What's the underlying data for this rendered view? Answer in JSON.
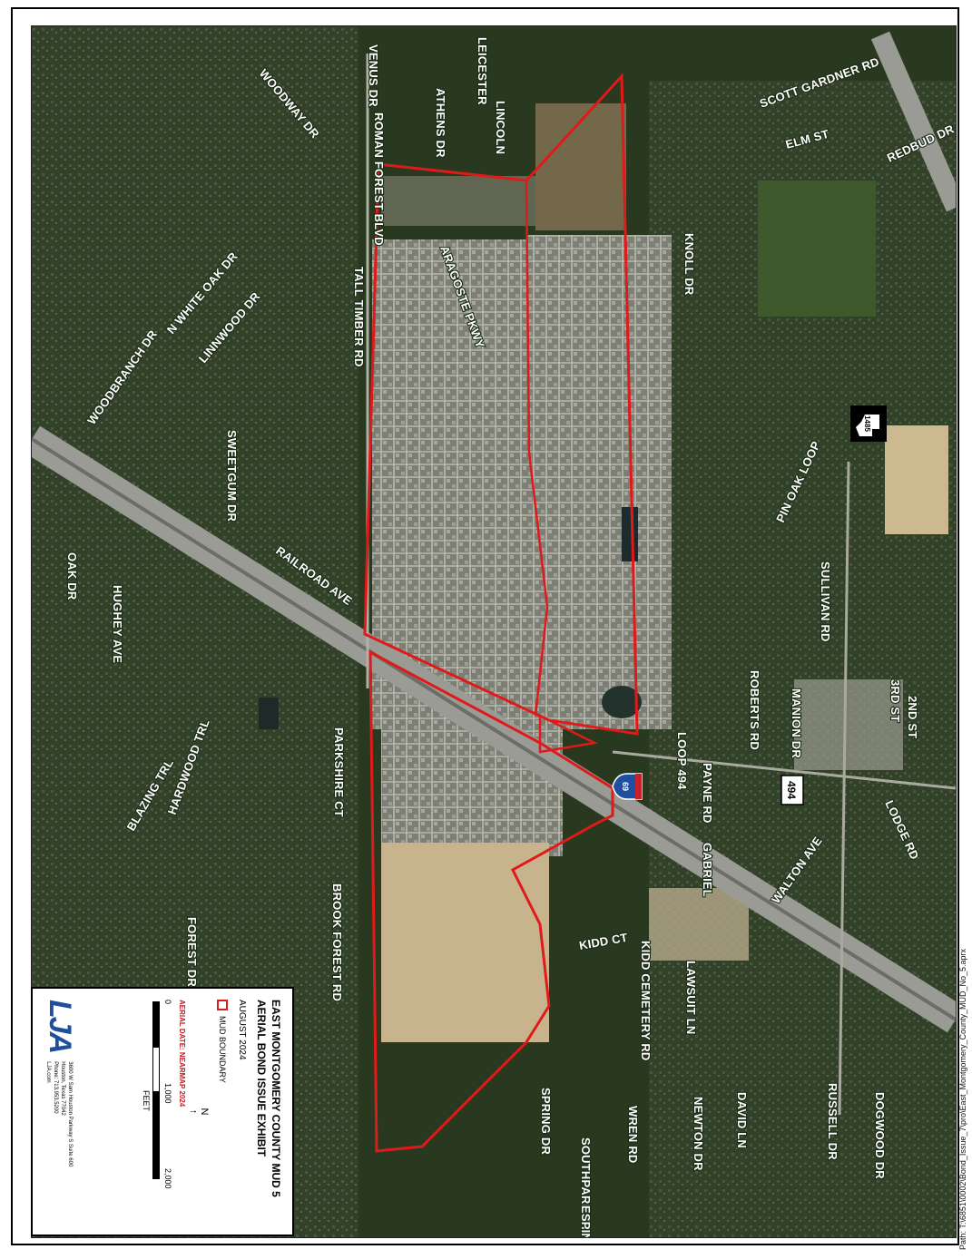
{
  "legend": {
    "title_line1": "EAST MONTGOMERY COUNTY MUD 5",
    "title_line2": "AERIAL BOND ISSUE EXHIBIT",
    "date": "AUGUST 2024",
    "mud_boundary_label": "MUD BOUNDARY",
    "north_symbol": "N",
    "aerial_date": "AERIAL DATE: NEARMAP 2024",
    "scale_ticks": [
      "0",
      "1,000",
      "2,000"
    ],
    "scale_units": "FEET",
    "logo_text": "LJA",
    "address_lines": [
      "3600 W Sam Houston Parkway S Suite 600",
      "Houston, Texas 77042",
      "Phone: 713.953.5200",
      "LJA.com"
    ]
  },
  "path_note": "Path: T:\\6851\\0002\\Bond_Issue_7\\pro\\East_Montgomery_County_MUD_No_5.aprx",
  "shields": {
    "interstate": "69",
    "fm_1485": "1485",
    "fm_494": "494"
  },
  "colors": {
    "boundary": "#e01a1a",
    "forest": "#28391f",
    "developed": "#8e8f84",
    "cleared": "#c9b48d",
    "label_text": "#ffffff"
  },
  "road_labels": [
    {
      "text": "VENUS DR"
    },
    {
      "text": "LEICESTER"
    },
    {
      "text": "WOODWAY DR"
    },
    {
      "text": "ATHENS DR"
    },
    {
      "text": "LINCOLN"
    },
    {
      "text": "ROMAN FOREST BLVD"
    },
    {
      "text": "SCOTT GARDNER RD"
    },
    {
      "text": "ELM ST"
    },
    {
      "text": "REDBUD DR"
    },
    {
      "text": "KNOLL DR"
    },
    {
      "text": "ARAGOSTE PKWY"
    },
    {
      "text": "N WHITE OAK DR"
    },
    {
      "text": "LINNWOOD DR"
    },
    {
      "text": "TALL TIMBER RD"
    },
    {
      "text": "WOODBRANCH DR"
    },
    {
      "text": "SWEETGUM DR"
    },
    {
      "text": "PIN OAK LOOP"
    },
    {
      "text": "OAK DR"
    },
    {
      "text": "RAILROAD AVE"
    },
    {
      "text": "HUGHEY AVE"
    },
    {
      "text": "SULLIVAN RD"
    },
    {
      "text": "ROBERTS RD"
    },
    {
      "text": "MANION DR"
    },
    {
      "text": "3RD ST"
    },
    {
      "text": "2ND ST"
    },
    {
      "text": "LOOP 494"
    },
    {
      "text": "PAYNE RD"
    },
    {
      "text": "LODGE RD"
    },
    {
      "text": "PARKSHIRE CT"
    },
    {
      "text": "BLAZING TRL"
    },
    {
      "text": "HARDWOOD TRL"
    },
    {
      "text": "GABRIEL"
    },
    {
      "text": "WALTON AVE"
    },
    {
      "text": "BROOK FOREST RD"
    },
    {
      "text": "FOREST DR"
    },
    {
      "text": "KIDD CT"
    },
    {
      "text": "KIDD CEMETERY RD"
    },
    {
      "text": "LAWSUIT LN"
    },
    {
      "text": "SPRING DR"
    },
    {
      "text": "NEWTON DR"
    },
    {
      "text": "DAVID LN"
    },
    {
      "text": "WREN RD"
    },
    {
      "text": "RUSSELL DR"
    },
    {
      "text": "DOGWOOD DR"
    },
    {
      "text": "SOUTHPARK ST"
    },
    {
      "text": "ESPINOSA LN"
    }
  ]
}
